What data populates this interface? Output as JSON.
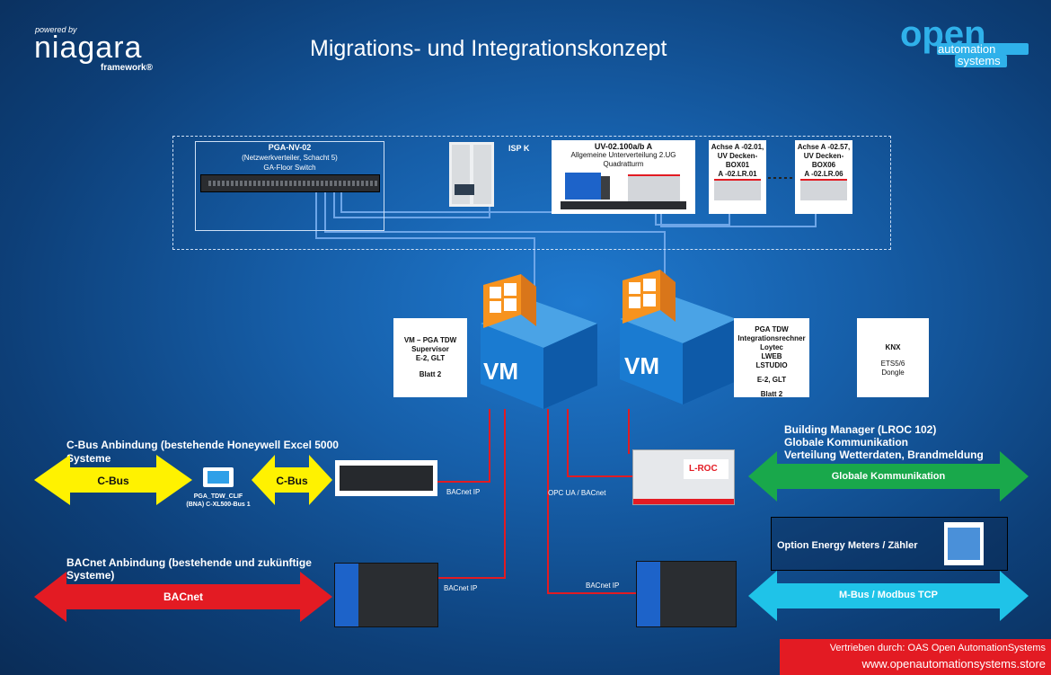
{
  "header": {
    "powered_by": "powered by",
    "niagara": "niagara",
    "framework": "framework®",
    "title": "Migrations- und Integrationskonzept",
    "logo_open": "open",
    "logo_automation": "automation",
    "logo_systems": "systems"
  },
  "network": {
    "pga_title": "PGA-NV-02",
    "pga_sub": "(Netzwerkverteiler, Schacht 5)",
    "pga_switch": "GA-Floor Switch",
    "isp_label": "ISP K",
    "uv_title": "UV-02.100a/b A",
    "uv_line1": "Allgemeine Unterverteilung 2.UG",
    "uv_line2": "Quadratturm",
    "achse1_l1": "Achse A -02.01,",
    "achse1_l2": "UV Decken-BOX01",
    "achse1_l3": "A -02.LR.01",
    "achse2_l1": "Achse A -02.57,",
    "achse2_l2": "UV Decken-BOX06",
    "achse2_l3": "A -02.LR.06"
  },
  "vm": {
    "vm1_label": "VM",
    "vm2_label": "VM",
    "box1_l1": "VM – PGA TDW",
    "box1_l2": "Supervisor",
    "box1_l3": "E-2, GLT",
    "box1_l4": "Blatt 2",
    "box2_l1": "PGA TDW",
    "box2_l2": "Integrationsrechner",
    "box2_l3": "Loytec",
    "box2_l4": "LWEB",
    "box2_l5": "LSTUDIO",
    "box2_l6": "E-2, GLT",
    "box2_l7": "Blatt 2",
    "knx_l1": "KNX",
    "knx_l2": "ETS5/6",
    "knx_l3": "Dongle"
  },
  "left": {
    "cbus_heading_l1": "C-Bus Anbindung (bestehende Honeywell Excel 5000",
    "cbus_heading_l2": "Systeme",
    "cbus_arrow1": "C-Bus",
    "cbus_arrow2": "C-Bus",
    "clif_l1": "PGA_TDW_CLIF",
    "clif_l2": "(BNA) C-XL500-Bus 1",
    "bacnet_ip_1": "BACnet IP",
    "bacnet_heading_l1": "BACnet Anbindung (bestehende und zukünftige",
    "bacnet_heading_l2": "Systeme)",
    "bacnet_arrow": "BACnet",
    "bacnet_ip_2": "BACnet IP"
  },
  "right": {
    "bm_l1": "Building Manager (LROC 102)",
    "bm_l2": "Globale Kommunikation",
    "bm_l3": "Verteilung Wetterdaten, Brandmeldung",
    "global_arrow": "Globale Kommunikation",
    "opc_label": "OPC UA / BACnet",
    "energy_label": "Option Energy Meters / Zähler",
    "mbus_arrow": "M-Bus / Modbus TCP",
    "bacnet_ip_3": "BACnet IP",
    "lroc_label": "L-ROC"
  },
  "footer": {
    "line1": "Vertrieben durch:  OAS Open AutomationSystems",
    "line2": "www.openautomationsystems.store"
  },
  "colors": {
    "background": "#165ea8",
    "cbus_yellow": "#fff200",
    "bacnet_red": "#e31b23",
    "global_green": "#19a84b",
    "mbus_cyan": "#1fc3e8",
    "vm_orange": "#f7931e",
    "footer_red": "#e31b23",
    "line_blue": "#6ea6e8",
    "line_red": "#e21b22"
  }
}
